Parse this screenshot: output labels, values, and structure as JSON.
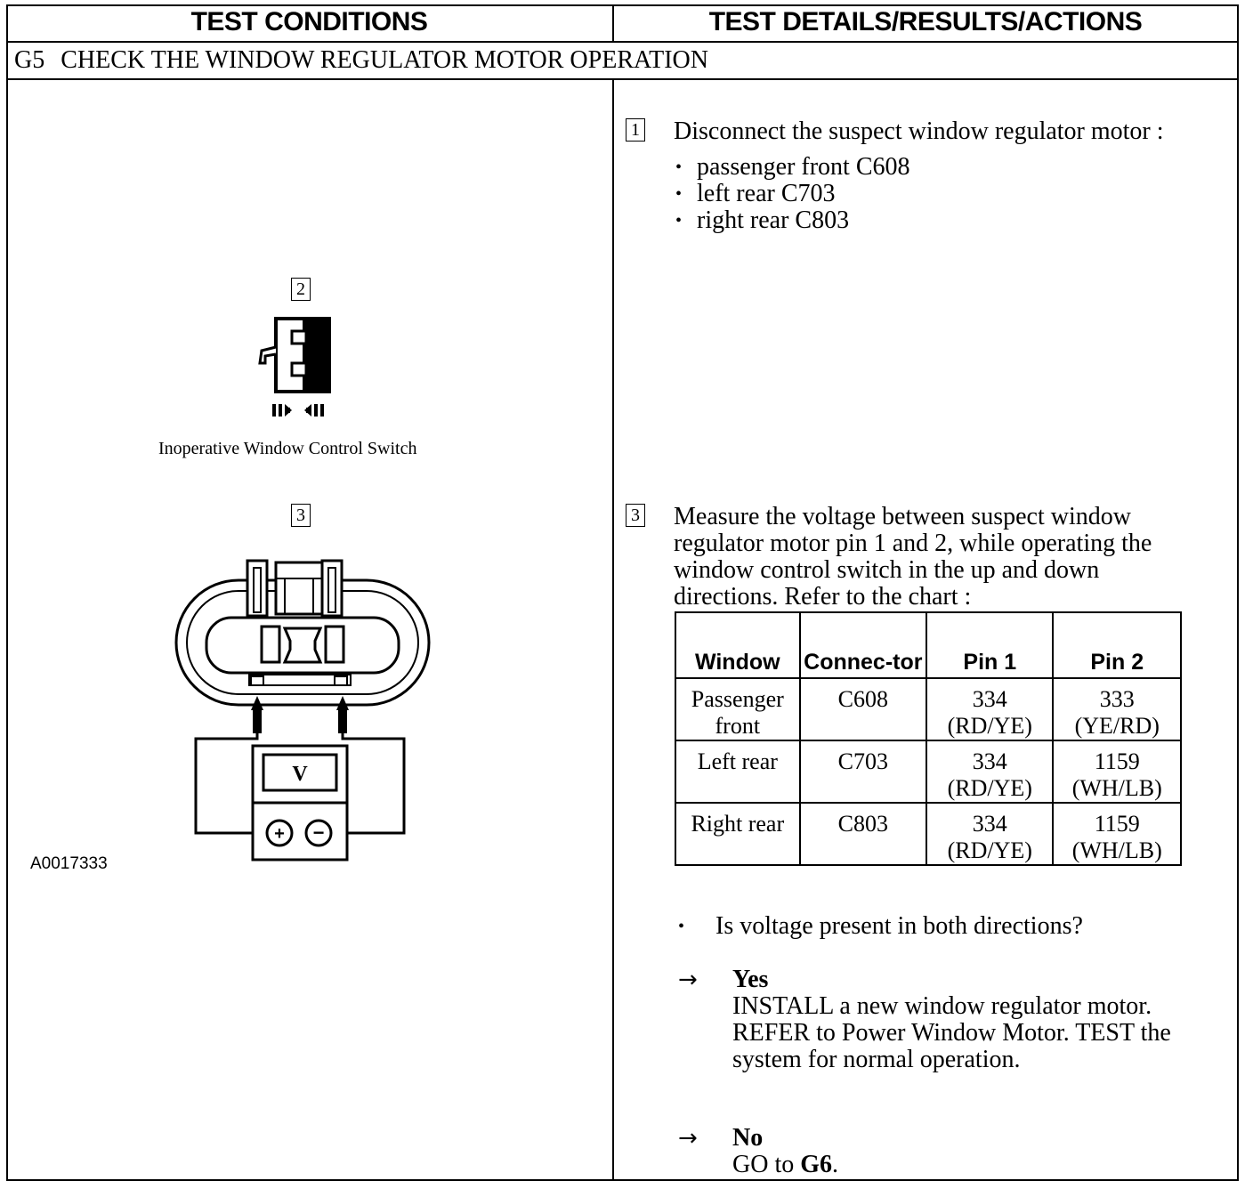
{
  "header": {
    "left": "TEST CONDITIONS",
    "right": "TEST DETAILS/RESULTS/ACTIONS"
  },
  "section": {
    "code": "G5",
    "title": "CHECK THE WINDOW REGULATOR MOTOR OPERATION"
  },
  "left": {
    "step2_label": "2",
    "step2_caption": "Inoperative Window Control Switch",
    "step3_label": "3",
    "meter_symbol": "V",
    "meter_plus": "+",
    "meter_minus": "−",
    "figure_id": "A0017333"
  },
  "step1": {
    "number": "1",
    "text": "Disconnect the suspect window regulator motor :",
    "bullets": [
      "passenger front C608",
      "left rear C703",
      "right rear C803"
    ]
  },
  "step3": {
    "number": "3",
    "lines": [
      "Measure the voltage between suspect window",
      "regulator motor pin 1 and 2, while operating the",
      "window control switch in the up and down",
      "directions. Refer to the chart :"
    ]
  },
  "chart_data": {
    "type": "table",
    "columns": [
      "Window",
      "Connector",
      "Pin 1",
      "Pin 2"
    ],
    "header_display": [
      [
        "Window"
      ],
      [
        "Connec-",
        "tor"
      ],
      [
        "Pin 1"
      ],
      [
        "Pin 2"
      ]
    ],
    "rows": [
      [
        [
          "Passenger",
          "front"
        ],
        [
          "C608"
        ],
        [
          "334",
          "(RD/YE)"
        ],
        [
          "333",
          "(YE/RD)"
        ]
      ],
      [
        [
          "Left rear"
        ],
        [
          "C703"
        ],
        [
          "334",
          "(RD/YE)"
        ],
        [
          "1159",
          "(WH/LB)"
        ]
      ],
      [
        [
          "Right rear"
        ],
        [
          "C803"
        ],
        [
          "334",
          "(RD/YE)"
        ],
        [
          "1159",
          "(WH/LB)"
        ]
      ]
    ]
  },
  "question": "Is voltage present in both directions?",
  "yes": {
    "arrow": "→",
    "label": "Yes",
    "lines": [
      "INSTALL a new window regulator motor.",
      "REFER to Power Window Motor. TEST the",
      "system for normal operation."
    ]
  },
  "no": {
    "arrow": "→",
    "label": "No",
    "go_text": "GO to ",
    "go_target": "G6",
    "go_end": "."
  }
}
